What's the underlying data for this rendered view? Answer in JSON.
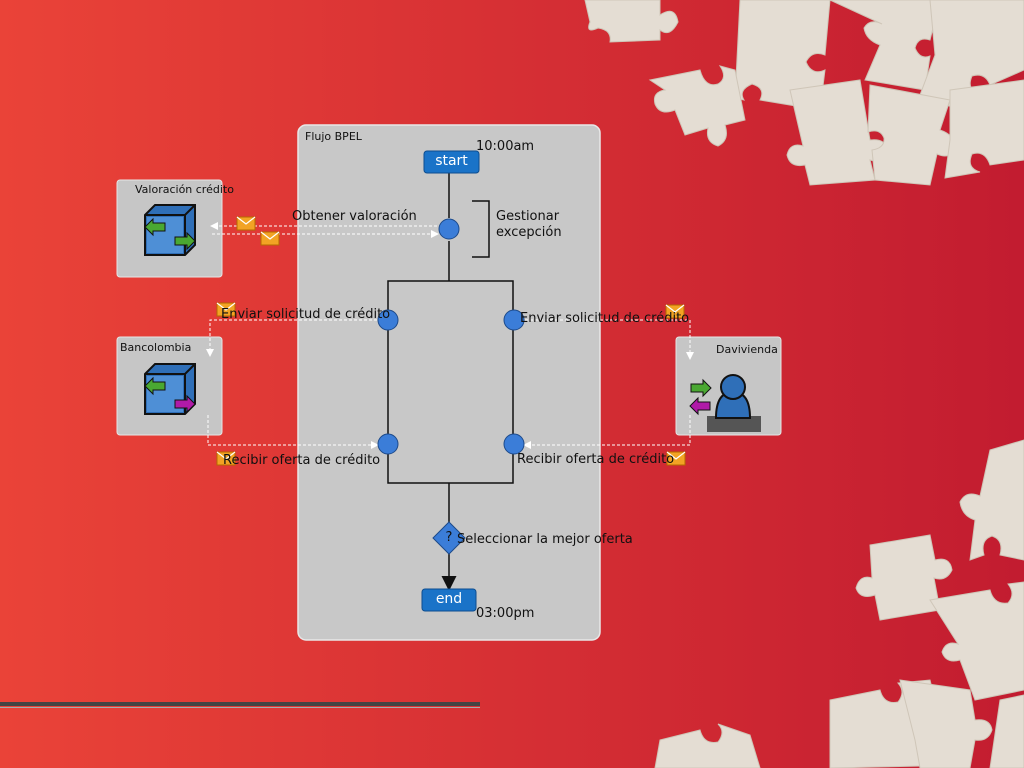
{
  "flow": {
    "title": "Flujo BPEL",
    "start_label": "start",
    "end_label": "end",
    "start_time": "10:00am",
    "end_time": "03:00pm",
    "decision_symbol": "?"
  },
  "steps": {
    "obtener": "Obtener valoración",
    "gestionar_line1": "Gestionar",
    "gestionar_line2": "excepción",
    "enviar_left": "Enviar solicitud de crédito",
    "enviar_right": "Enviar solicitud de crédito",
    "recibir_left": "Recibir oferta de crédito",
    "recibir_right": "Recibir oferta de crédito",
    "seleccionar": "Seleccionar la mejor oferta"
  },
  "services": {
    "valoracion": {
      "title": "Valoración crédito",
      "icon": "service-cube-icon"
    },
    "bancolombia": {
      "title": "Bancolombia",
      "icon": "service-cube-icon"
    },
    "davivienda": {
      "title": "Davivienda",
      "icon": "user-service-icon"
    }
  },
  "colors": {
    "background_start": "#e8453c",
    "background_end": "#c41e32",
    "panel": "#c8c8c8",
    "node_blue": "#1a73c8",
    "node_circle": "#3b7dd8",
    "envelope": "#f0a020"
  }
}
